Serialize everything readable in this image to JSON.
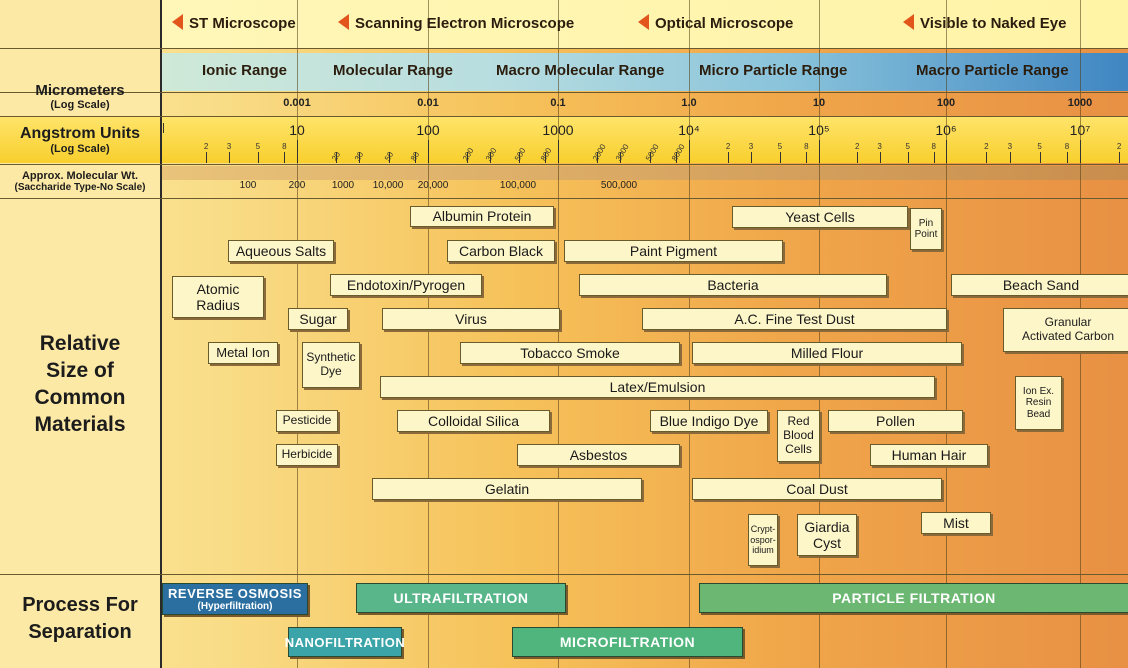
{
  "microscopes": [
    {
      "label": "ST Microscope"
    },
    {
      "label": "Scanning Electron Microscope"
    },
    {
      "label": "Optical Microscope"
    },
    {
      "label": "Visible to Naked Eye"
    }
  ],
  "ranges": [
    {
      "label": "Ionic Range"
    },
    {
      "label": "Molecular Range"
    },
    {
      "label": "Macro Molecular Range"
    },
    {
      "label": "Micro Particle Range"
    },
    {
      "label": "Macro Particle Range"
    }
  ],
  "rows": {
    "micrometers": {
      "title": "Micrometers",
      "sub": "(Log Scale)"
    },
    "angstrom": {
      "title": "Angstrom Units",
      "sub": "(Log Scale)"
    },
    "mw": {
      "title": "Approx. Molecular Wt.",
      "sub": "(Saccharide Type-No Scale)"
    },
    "relative": {
      "title": "Relative\nSize of\nCommon\nMaterials"
    },
    "process": {
      "title": "Process For\nSeparation"
    }
  },
  "micrometer_ticks": [
    "0.001",
    "0.01",
    "0.1",
    "1.0",
    "10",
    "100",
    "1000"
  ],
  "angstrom_major": [
    "10",
    "100",
    "1000",
    "10⁴",
    "10⁵",
    "10⁶",
    "10⁷"
  ],
  "angstrom_minor_left": [
    "2",
    "3",
    "5",
    "8"
  ],
  "angstrom_minor_rot": [
    "20",
    "30",
    "50",
    "80",
    "200",
    "300",
    "500",
    "800",
    "2000",
    "3000",
    "5000",
    "8000"
  ],
  "angstrom_minor_right": [
    "2",
    "3",
    "5",
    "8",
    "2",
    "3",
    "5",
    "8",
    "2",
    "3",
    "5",
    "8",
    "2"
  ],
  "mw_ticks": [
    "100",
    "200",
    "1000",
    "10,000",
    "20,000",
    "100,000",
    "500,000"
  ],
  "materials": [
    {
      "label": "Albumin Protein"
    },
    {
      "label": "Yeast Cells"
    },
    {
      "label": "Pin\nPoint"
    },
    {
      "label": "Aqueous Salts"
    },
    {
      "label": "Carbon Black"
    },
    {
      "label": "Paint Pigment"
    },
    {
      "label": "Atomic\nRadius"
    },
    {
      "label": "Endotoxin/Pyrogen"
    },
    {
      "label": "Bacteria"
    },
    {
      "label": "Beach Sand"
    },
    {
      "label": "Sugar"
    },
    {
      "label": "Virus"
    },
    {
      "label": "A.C. Fine Test Dust"
    },
    {
      "label": "Granular\nActivated Carbon"
    },
    {
      "label": "Metal Ion"
    },
    {
      "label": "Synthetic\nDye"
    },
    {
      "label": "Tobacco Smoke"
    },
    {
      "label": "Milled Flour"
    },
    {
      "label": "Latex/Emulsion"
    },
    {
      "label": "Ion Ex.\nResin\nBead"
    },
    {
      "label": "Pesticide"
    },
    {
      "label": "Colloidal Silica"
    },
    {
      "label": "Blue Indigo Dye"
    },
    {
      "label": "Red\nBlood\nCells"
    },
    {
      "label": "Pollen"
    },
    {
      "label": "Herbicide"
    },
    {
      "label": "Asbestos"
    },
    {
      "label": "Human Hair"
    },
    {
      "label": "Gelatin"
    },
    {
      "label": "Coal Dust"
    },
    {
      "label": "Mist"
    },
    {
      "label": "Crypt-\nospor-\nidium"
    },
    {
      "label": "Giardia\nCyst"
    }
  ],
  "processes": [
    {
      "label": "REVERSE OSMOSIS",
      "sub": "(Hyperfiltration)",
      "color": "#2a6fa0"
    },
    {
      "label": "ULTRAFILTRATION",
      "sub": "",
      "color": "#58b68a"
    },
    {
      "label": "PARTICLE FILTRATION",
      "sub": "",
      "color": "#6cb873"
    },
    {
      "label": "NANOFILTRATION",
      "sub": "",
      "color": "#3aa4a8"
    },
    {
      "label": "MICROFILTRATION",
      "sub": "",
      "color": "#4fb57c"
    }
  ]
}
